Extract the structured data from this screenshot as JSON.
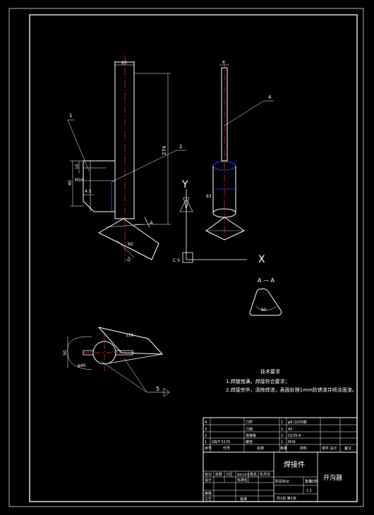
{
  "labels": {
    "view_section": "A — A",
    "axis_y": "Y",
    "axis_x": "X",
    "axis_box": "C S",
    "section_mark": "A",
    "balloons": [
      "1",
      "2",
      "4",
      "5"
    ]
  },
  "dimensions": {
    "width_top": "20",
    "length_main": "274",
    "dim_10": "10",
    "dim_40": "40",
    "dim_m16": "M16",
    "dim_45": "4.5",
    "dim_60": "60",
    "dim_37": "37",
    "dim_63": "63",
    "dim_116": "116",
    "dim_50": "50",
    "dim_phi40": "φ40",
    "dim_section_60": "60",
    "dim_8": "8"
  },
  "tech_notes": {
    "heading": "技术要求",
    "line1": "1.焊缝饱满，焊接符合要求；",
    "line2": "2.焊接完毕，清除焊渣，表面处理1mm防锈漆并喷涂面漆。"
  },
  "title_block": {
    "bom": [
      {
        "seq": "4",
        "code": "",
        "name": "刀杆",
        "qty": "1",
        "material": "φ8 Q235钢",
        "remark": ""
      },
      {
        "seq": "3",
        "code": "",
        "name": "刀柄",
        "qty": "1",
        "material": "45",
        "remark": ""
      },
      {
        "seq": "2",
        "code": "",
        "name": "连接板",
        "qty": "1",
        "material": "Q235-A",
        "remark": ""
      },
      {
        "seq": "1",
        "code": "GB/T 5170",
        "name": "螺栓",
        "qty": "1",
        "material": "M16",
        "remark": ""
      }
    ],
    "header": {
      "seq": "序号",
      "code": "代号",
      "name": "名称",
      "qty": "数量",
      "material": "材料",
      "weight": "单件 总计",
      "remark": "备注"
    },
    "part_title": "焊接件",
    "drawing_name": "开沟器",
    "scale": "1:1",
    "sheet": "共1张 第1张",
    "stage_marks": "阶段标记",
    "weight": "重量",
    "ratio": "比例",
    "designer": "设计",
    "checker": "审核",
    "process": "工艺",
    "standard": "标准化",
    "approve": "批准",
    "revision_cells": [
      "标记",
      "处数",
      "分区",
      "更改文件号",
      "签名",
      "年月日"
    ]
  }
}
